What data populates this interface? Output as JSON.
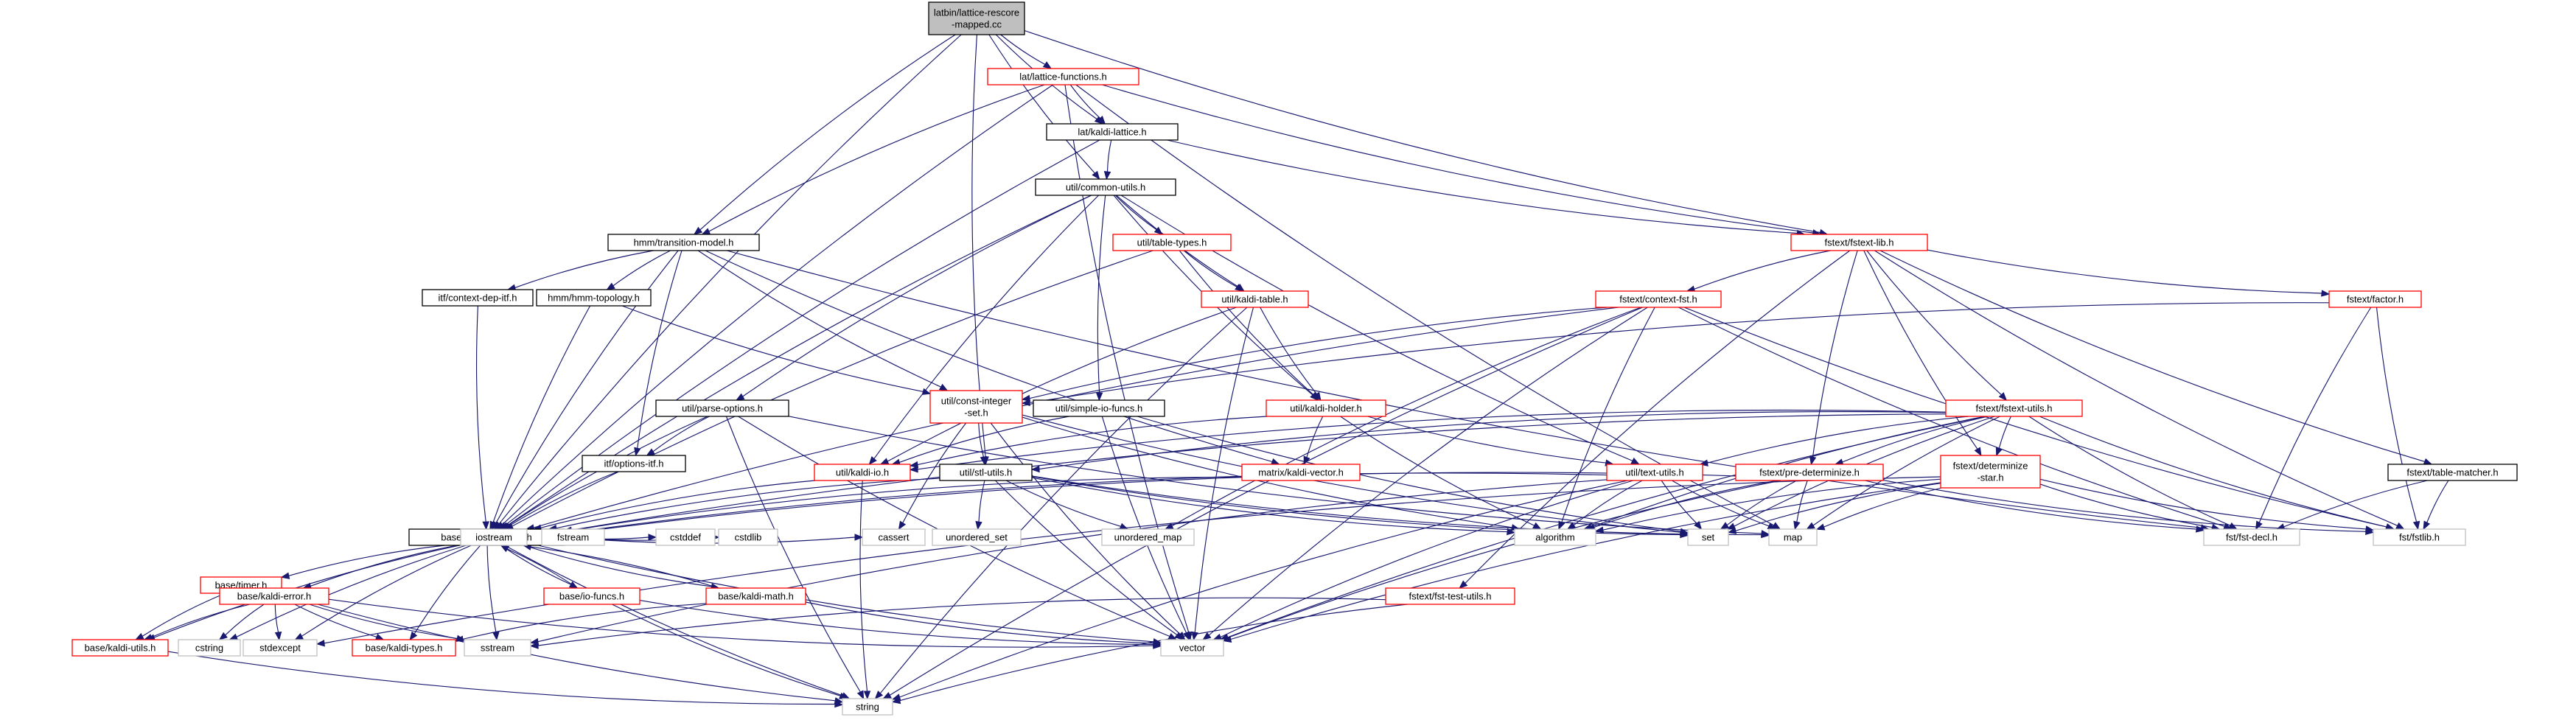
{
  "graph": {
    "colors": {
      "root_fill": "#bfbfbf",
      "node_border": "#000000",
      "incomplete_border": "#ff0000",
      "system_border": "#bfbfbf",
      "edge": "#191970"
    },
    "nodes": [
      {
        "id": "root",
        "lines": [
          "latbin/lattice-rescore",
          "-mapped.cc"
        ],
        "kind": "root"
      },
      {
        "id": "latfunc",
        "lines": [
          "lat/lattice-functions.h"
        ],
        "kind": "incomplete"
      },
      {
        "id": "kaldilat",
        "lines": [
          "lat/kaldi-lattice.h"
        ],
        "kind": "local"
      },
      {
        "id": "common",
        "lines": [
          "util/common-utils.h"
        ],
        "kind": "local"
      },
      {
        "id": "fstextlib",
        "lines": [
          "fstext/fstext-lib.h"
        ],
        "kind": "incomplete"
      },
      {
        "id": "hmmtm",
        "lines": [
          "hmm/transition-model.h"
        ],
        "kind": "local"
      },
      {
        "id": "tabletypes",
        "lines": [
          "util/table-types.h"
        ],
        "kind": "incomplete"
      },
      {
        "id": "ctxfst",
        "lines": [
          "fstext/context-fst.h"
        ],
        "kind": "incomplete"
      },
      {
        "id": "factor",
        "lines": [
          "fstext/factor.h"
        ],
        "kind": "incomplete"
      },
      {
        "id": "ctxdep",
        "lines": [
          "itf/context-dep-itf.h"
        ],
        "kind": "local"
      },
      {
        "id": "hmmtopo",
        "lines": [
          "hmm/hmm-topology.h"
        ],
        "kind": "local"
      },
      {
        "id": "kaldtable",
        "lines": [
          "util/kaldi-table.h"
        ],
        "kind": "incomplete"
      },
      {
        "id": "parseopt",
        "lines": [
          "util/parse-options.h"
        ],
        "kind": "local"
      },
      {
        "id": "constint",
        "lines": [
          "util/const-integer",
          "-set.h"
        ],
        "kind": "incomplete"
      },
      {
        "id": "simpleio",
        "lines": [
          "util/simple-io-funcs.h"
        ],
        "kind": "local"
      },
      {
        "id": "holder",
        "lines": [
          "util/kaldi-holder.h"
        ],
        "kind": "incomplete"
      },
      {
        "id": "fstextutils",
        "lines": [
          "fstext/fstext-utils.h"
        ],
        "kind": "incomplete"
      },
      {
        "id": "optionsitf",
        "lines": [
          "itf/options-itf.h"
        ],
        "kind": "local"
      },
      {
        "id": "kaldiio",
        "lines": [
          "util/kaldi-io.h"
        ],
        "kind": "incomplete"
      },
      {
        "id": "stlutils",
        "lines": [
          "util/stl-utils.h"
        ],
        "kind": "local"
      },
      {
        "id": "matvec",
        "lines": [
          "matrix/kaldi-vector.h"
        ],
        "kind": "incomplete"
      },
      {
        "id": "textutils",
        "lines": [
          "util/text-utils.h"
        ],
        "kind": "incomplete"
      },
      {
        "id": "predet",
        "lines": [
          "fstext/pre-determinize.h"
        ],
        "kind": "incomplete"
      },
      {
        "id": "determ",
        "lines": [
          "fstext/determinize",
          "-star.h"
        ],
        "kind": "incomplete"
      },
      {
        "id": "tablematcher",
        "lines": [
          "fstext/table-matcher.h"
        ],
        "kind": "local"
      },
      {
        "id": "kcommon",
        "lines": [
          "base/kaldi-common.h"
        ],
        "kind": "local"
      },
      {
        "id": "unordset",
        "lines": [
          "unordered_set"
        ],
        "kind": "system"
      },
      {
        "id": "unordmap",
        "lines": [
          "unordered_map"
        ],
        "kind": "system"
      },
      {
        "id": "algorithm",
        "lines": [
          "algorithm"
        ],
        "kind": "system"
      },
      {
        "id": "set",
        "lines": [
          "set"
        ],
        "kind": "system"
      },
      {
        "id": "map",
        "lines": [
          "map"
        ],
        "kind": "system"
      },
      {
        "id": "fstdecl",
        "lines": [
          "fst/fst-decl.h"
        ],
        "kind": "system"
      },
      {
        "id": "fstlib",
        "lines": [
          "fst/fstlib.h"
        ],
        "kind": "system"
      },
      {
        "id": "timer",
        "lines": [
          "base/timer.h"
        ],
        "kind": "incomplete"
      },
      {
        "id": "iostream",
        "lines": [
          "iostream"
        ],
        "kind": "system"
      },
      {
        "id": "fstream",
        "lines": [
          "fstream"
        ],
        "kind": "system"
      },
      {
        "id": "cstddef",
        "lines": [
          "cstddef"
        ],
        "kind": "system"
      },
      {
        "id": "cstdlib",
        "lines": [
          "cstdlib"
        ],
        "kind": "system"
      },
      {
        "id": "cassert",
        "lines": [
          "cassert"
        ],
        "kind": "system"
      },
      {
        "id": "ioFuncs",
        "lines": [
          "base/io-funcs.h"
        ],
        "kind": "incomplete"
      },
      {
        "id": "kmath",
        "lines": [
          "base/kaldi-math.h"
        ],
        "kind": "incomplete"
      },
      {
        "id": "kerror",
        "lines": [
          "base/kaldi-error.h"
        ],
        "kind": "incomplete"
      },
      {
        "id": "fsttest",
        "lines": [
          "fstext/fst-test-utils.h"
        ],
        "kind": "incomplete"
      },
      {
        "id": "kutils",
        "lines": [
          "base/kaldi-utils.h"
        ],
        "kind": "incomplete"
      },
      {
        "id": "cstring",
        "lines": [
          "cstring"
        ],
        "kind": "system"
      },
      {
        "id": "stdexcept",
        "lines": [
          "stdexcept"
        ],
        "kind": "system"
      },
      {
        "id": "ktypes",
        "lines": [
          "base/kaldi-types.h"
        ],
        "kind": "incomplete"
      },
      {
        "id": "sstream",
        "lines": [
          "sstream"
        ],
        "kind": "system"
      },
      {
        "id": "vector",
        "lines": [
          "vector"
        ],
        "kind": "system"
      },
      {
        "id": "string",
        "lines": [
          "string"
        ],
        "kind": "system"
      }
    ]
  }
}
